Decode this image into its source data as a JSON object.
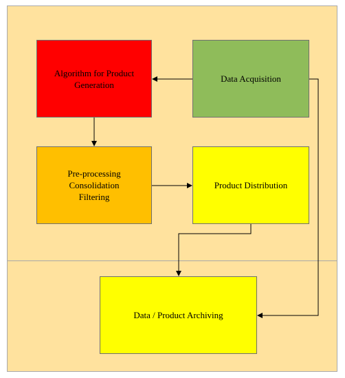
{
  "diagram": {
    "lanes": [
      {
        "id": "upper-lane",
        "color": "#ffe29e"
      },
      {
        "id": "lower-lane",
        "color": "#ffe29e"
      }
    ],
    "nodes": {
      "algorithm": {
        "label": "Algorithm for Product\nGeneration",
        "fill": "#ff0000"
      },
      "acquisition": {
        "label": "Data Acquisition",
        "fill": "#8fbc5a"
      },
      "preprocessing": {
        "label": "Pre-processing\nConsolidation\nFiltering",
        "fill": "#ffbf00"
      },
      "distribution": {
        "label": "Product Distribution",
        "fill": "#ffff00"
      },
      "archiving": {
        "label": "Data / Product Archiving",
        "fill": "#ffff00"
      }
    },
    "edges": [
      {
        "from": "acquisition",
        "to": "algorithm"
      },
      {
        "from": "algorithm",
        "to": "preprocessing"
      },
      {
        "from": "preprocessing",
        "to": "distribution"
      },
      {
        "from": "distribution",
        "to": "archiving"
      },
      {
        "from": "acquisition",
        "to": "archiving"
      }
    ],
    "edge_color": "#000000"
  }
}
